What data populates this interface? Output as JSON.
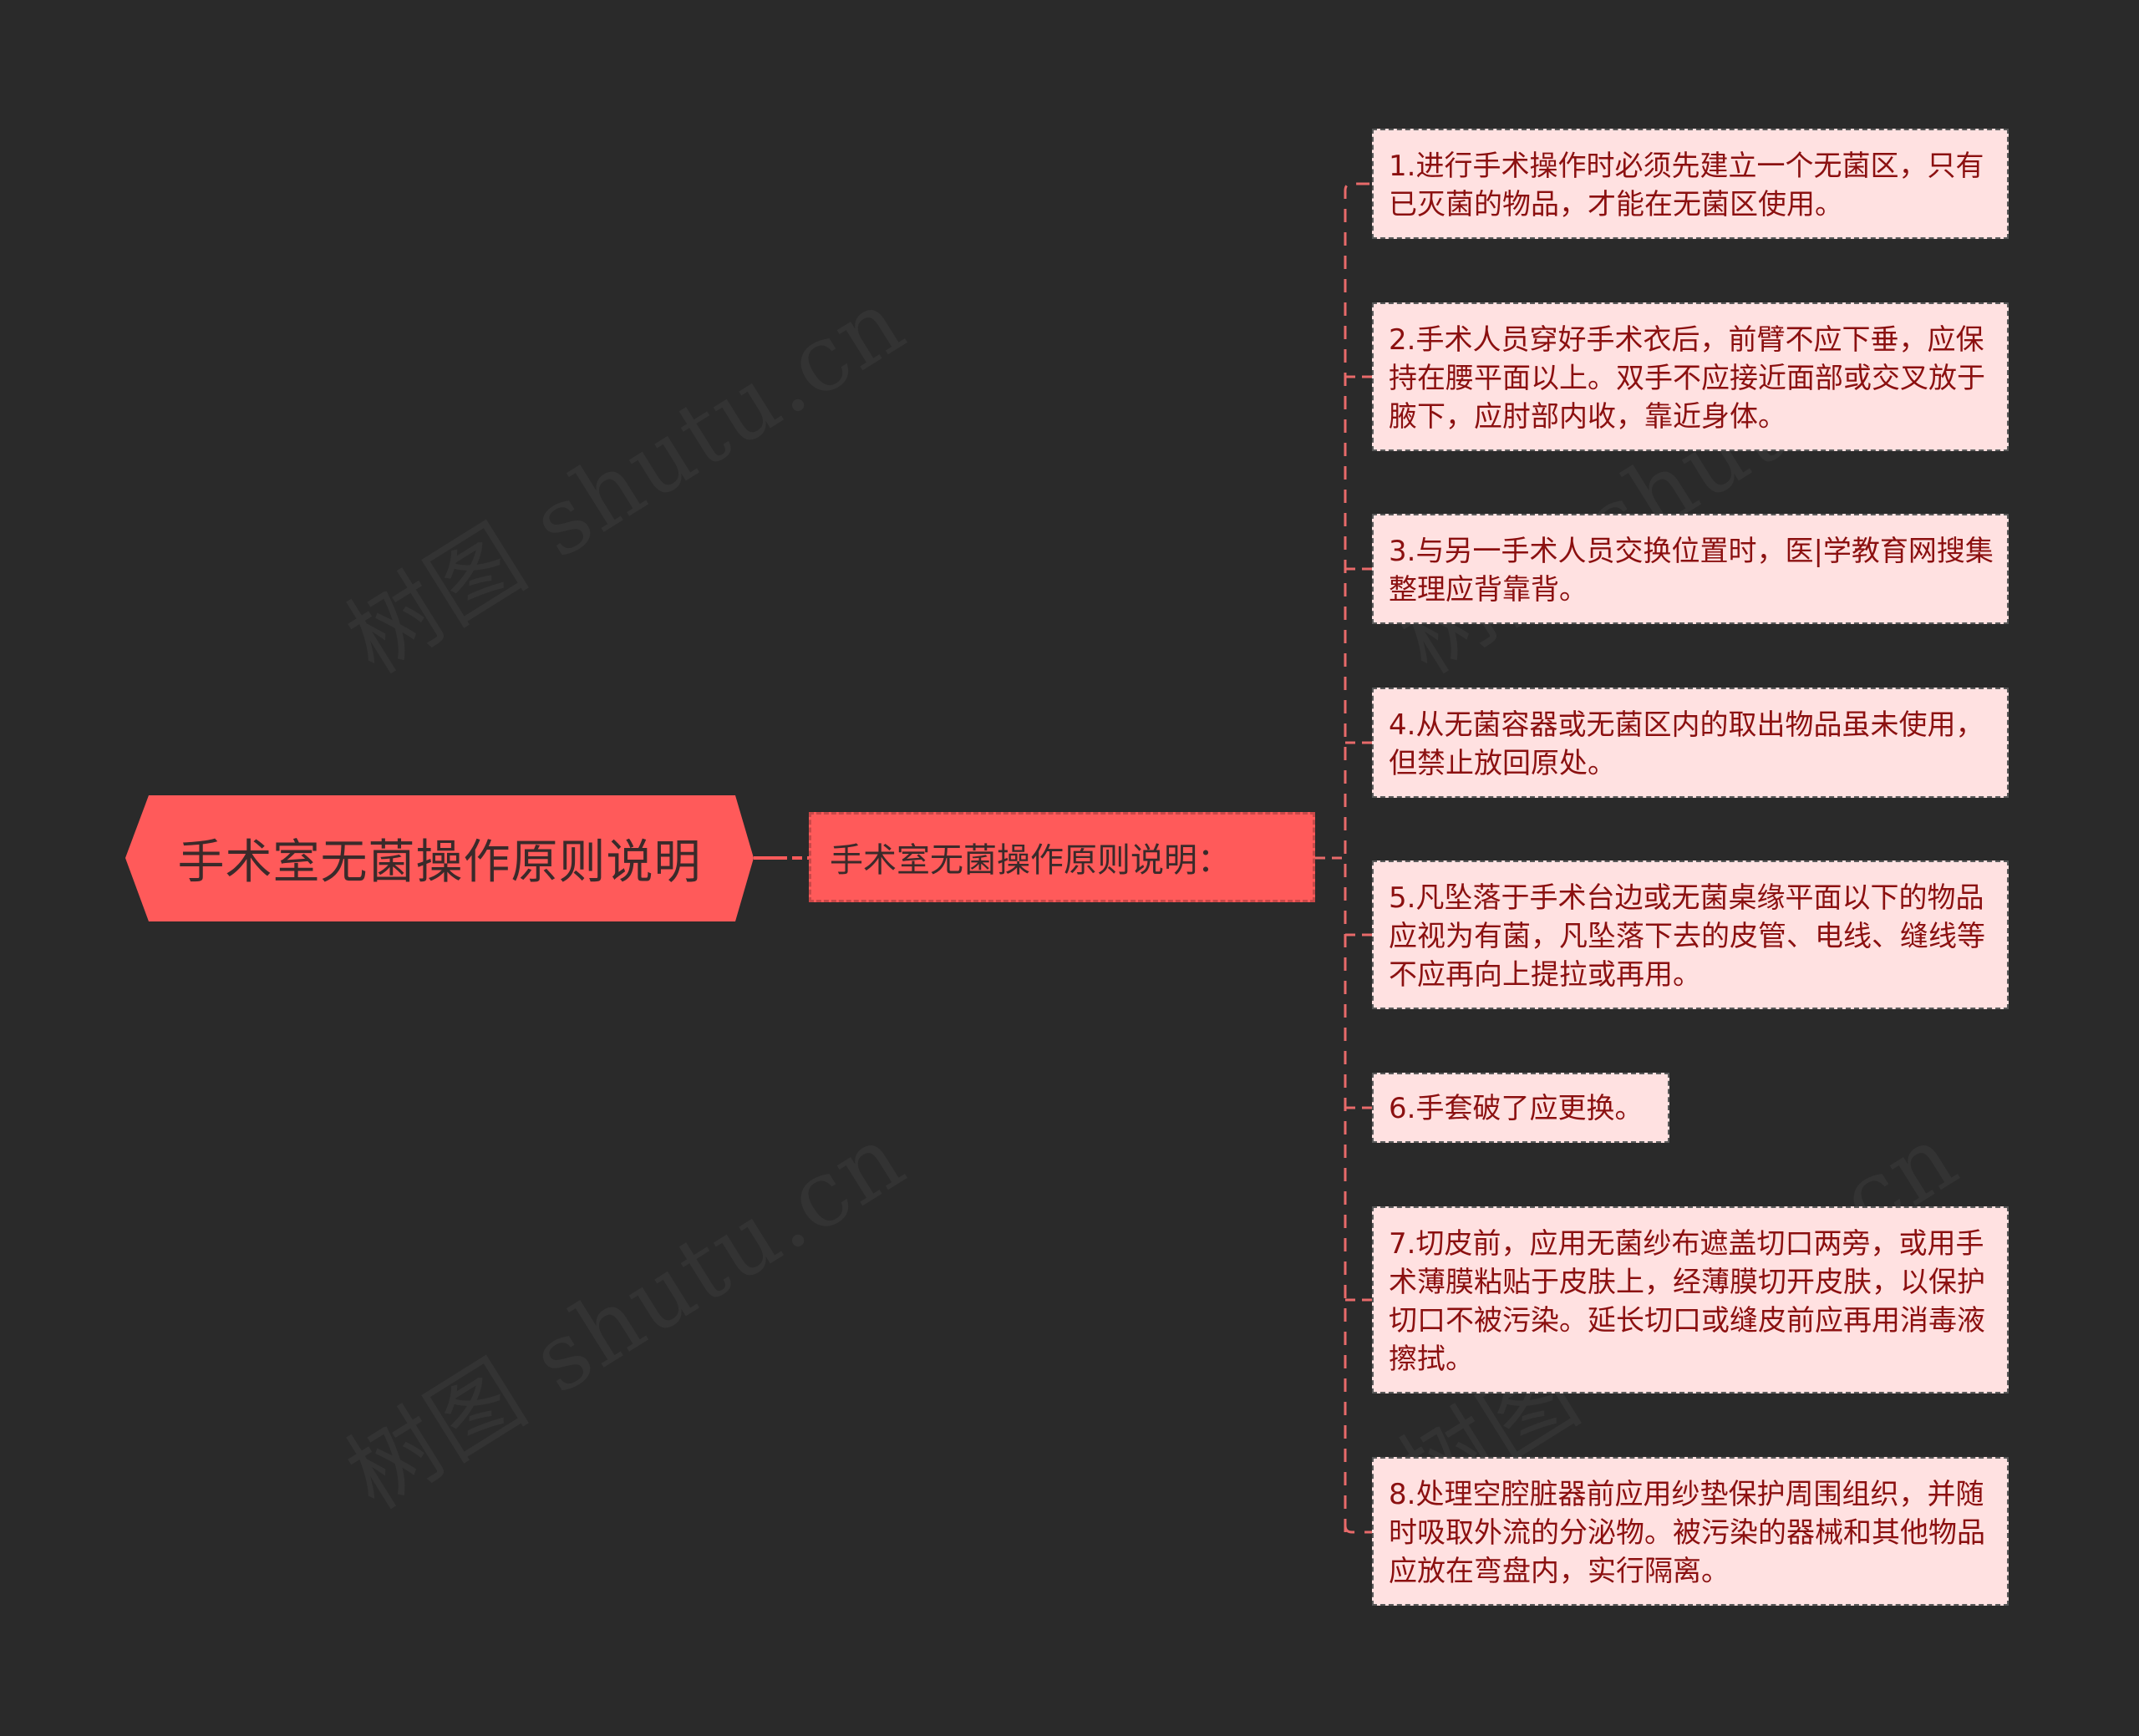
{
  "watermark": "树图 shutu.cn",
  "colors": {
    "background": "#2a2a2a",
    "root_fill": "#ff5a5a",
    "mid_fill": "#ff5a5a",
    "leaf_fill": "#ffe1e1",
    "leaf_text": "#8b1010",
    "connector": "#e86a6a"
  },
  "root": {
    "label": "手术室无菌操作原则说明"
  },
  "branch": {
    "label": "手术室无菌操作原则说明："
  },
  "leaves": [
    {
      "text": "1.进行手术操作时必须先建立一个无菌区，只有已灭菌的物品，才能在无菌区使用。"
    },
    {
      "text": "2.手术人员穿好手术衣后，前臂不应下垂，应保持在腰平面以上。双手不应接近面部或交叉放于腋下，应肘部内收，靠近身体。"
    },
    {
      "text": "3.与另一手术人员交换位置时，医|学教育网搜集整理应背靠背。"
    },
    {
      "text": "4.从无菌容器或无菌区内的取出物品虽未使用，但禁止放回原处。"
    },
    {
      "text": "5.凡坠落于手术台边或无菌桌缘平面以下的物品应视为有菌，凡坠落下去的皮管、电线、缝线等不应再向上提拉或再用。"
    },
    {
      "text": "6.手套破了应更换。"
    },
    {
      "text": "7.切皮前，应用无菌纱布遮盖切口两旁，或用手术薄膜粘贴于皮肤上，经薄膜切开皮肤，以保护切口不被污染。延长切口或缝皮前应再用消毒液擦拭。"
    },
    {
      "text": "8.处理空腔脏器前应用纱垫保护周围组织，并随时吸取外流的分泌物。被污染的器械和其他物品应放在弯盘内，实行隔离。"
    }
  ]
}
